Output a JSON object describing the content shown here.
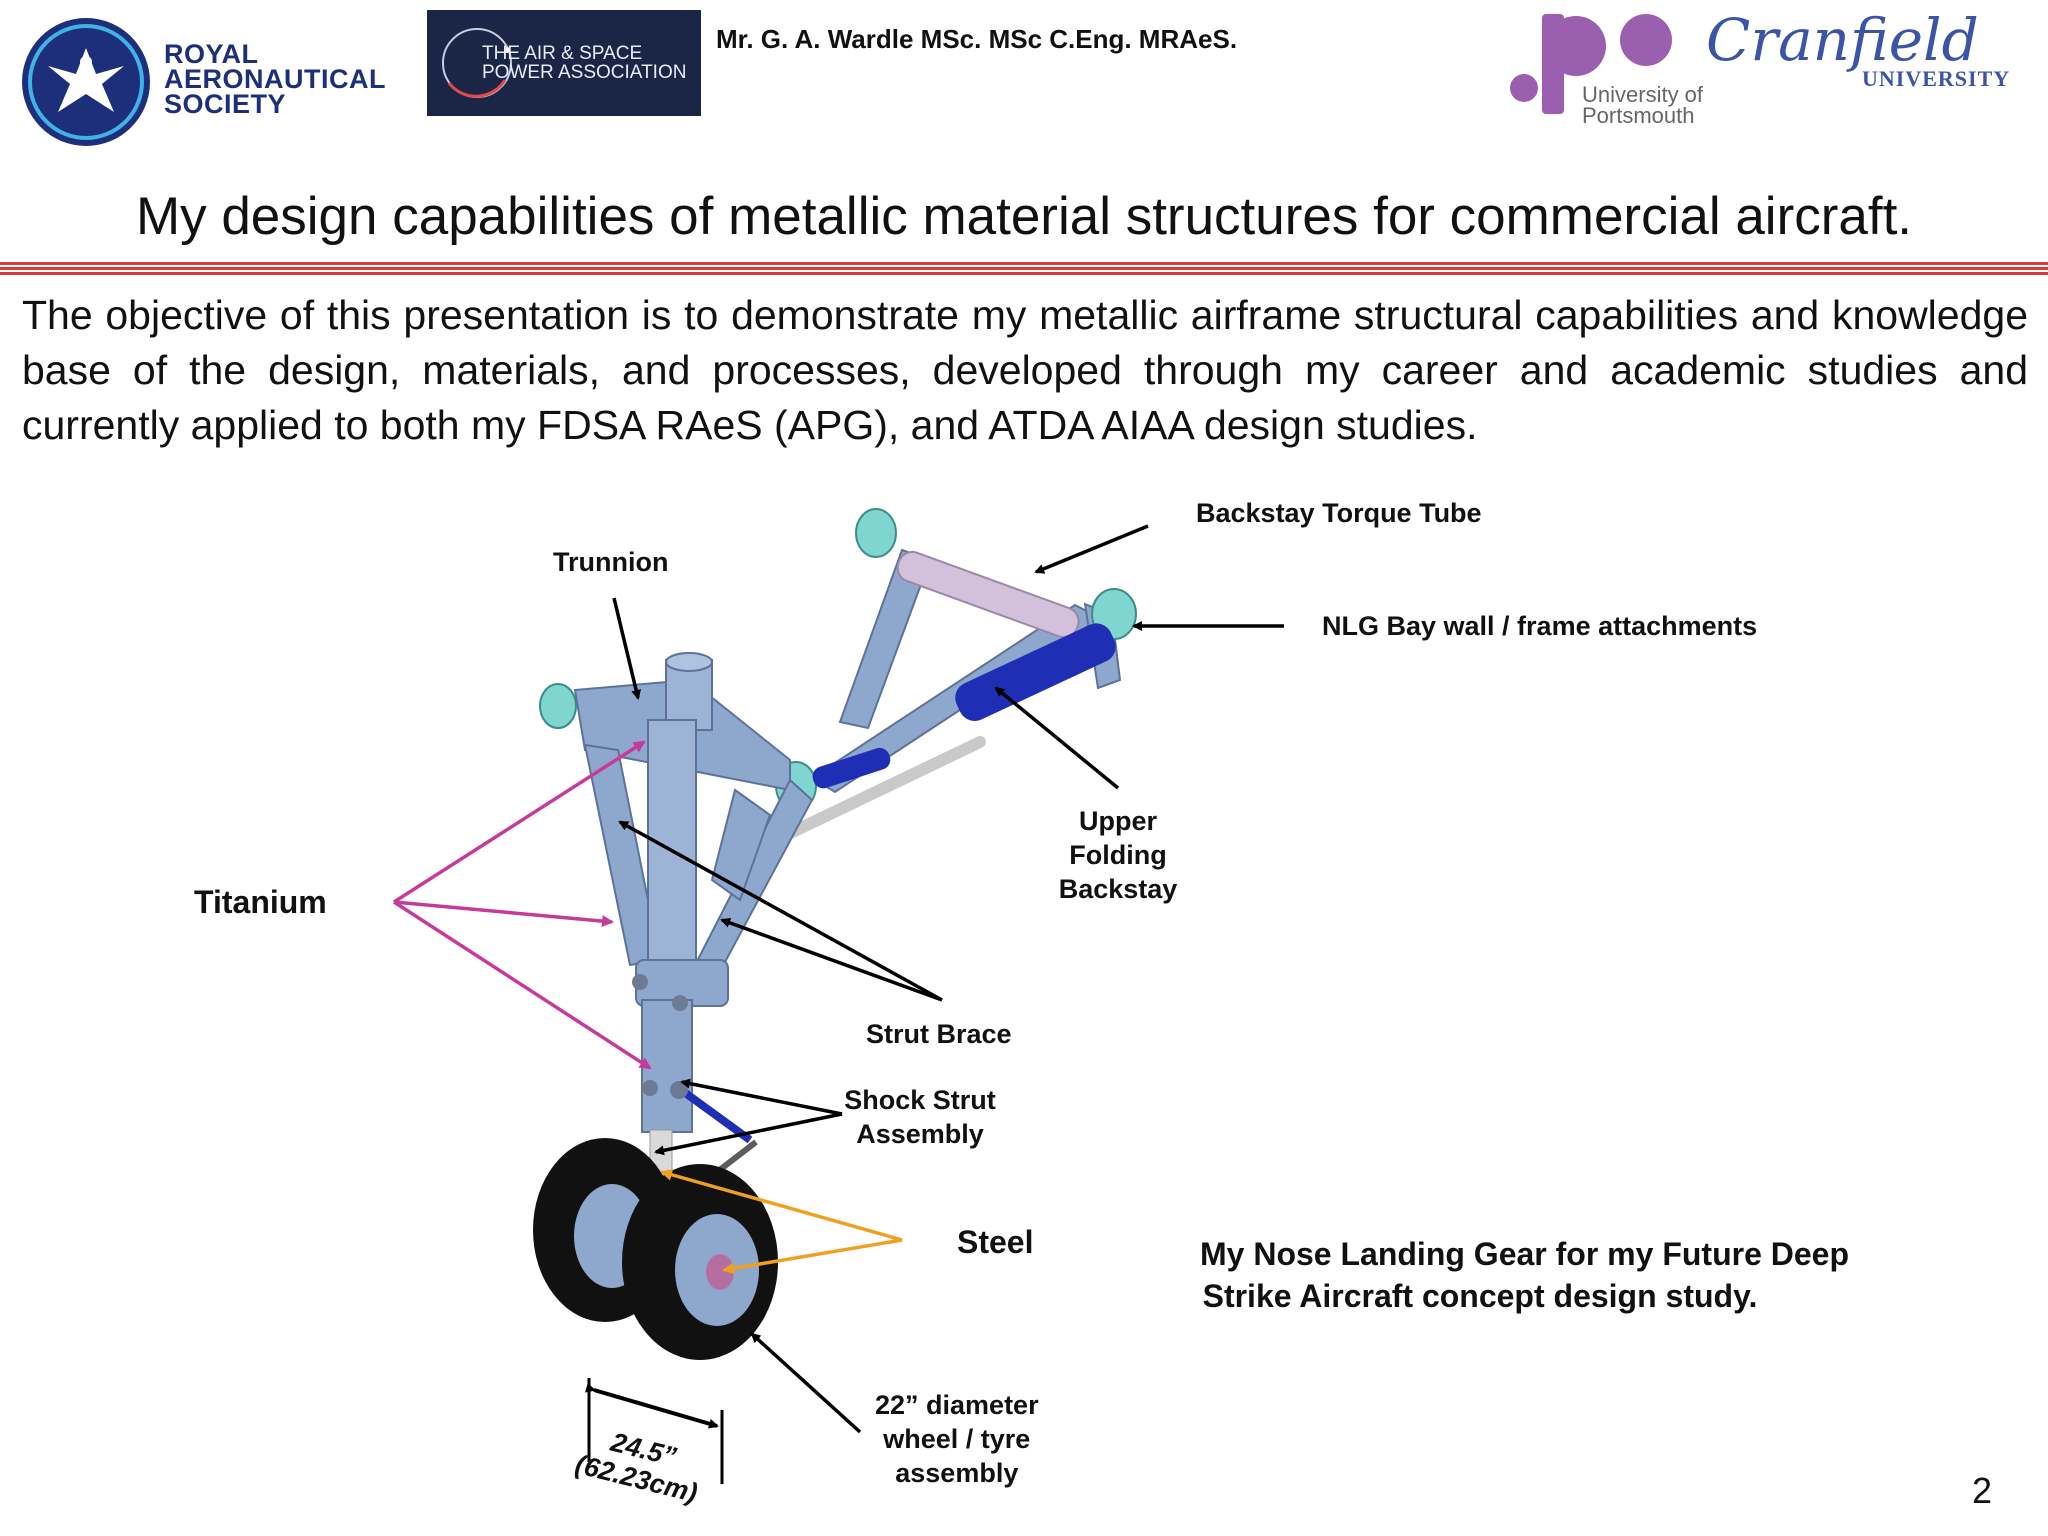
{
  "header": {
    "raes": {
      "line1": "ROYAL",
      "line2": "AERONAUTICAL",
      "line3": "SOCIETY"
    },
    "aspa": {
      "line1": "THE AIR & SPACE",
      "line2": "POWER ASSOCIATION"
    },
    "author": "Mr. G. A. Wardle MSc. MSc C.Eng. MRAeS.",
    "portsmouth": {
      "line1": "University of",
      "line2": "Portsmouth"
    },
    "cranfield": {
      "word": "Cranfield",
      "sub": "UNIVERSITY"
    }
  },
  "title": "My design capabilities of metallic material structures for commercial aircraft.",
  "objective": "The objective of this presentation is to demonstrate my metallic airframe structural capabilities and knowledge base of the design, materials, and processes, developed through my career and academic studies and currently applied to both my FDSA RAeS (APG), and ATDA AIAA design studies.",
  "diagram": {
    "labels": {
      "backstay_torque_tube": "Backstay Torque Tube",
      "trunnion": "Trunnion",
      "nlg_bay_wall": "NLG Bay wall / frame attachments",
      "upper_folding_backstay": [
        "Upper",
        "Folding",
        "Backstay"
      ],
      "titanium": "Titanium",
      "strut_brace": "Strut Brace",
      "shock_strut": [
        "Shock Strut",
        "Assembly"
      ],
      "steel": "Steel",
      "wheel": [
        "22” diameter",
        "wheel / tyre",
        "assembly"
      ],
      "dimension": [
        "24.5”",
        "(62.23cm)"
      ]
    },
    "caption": [
      "My Nose Landing Gear for my Future Deep",
      "Strike  Aircraft concept design study."
    ]
  },
  "page_number": "2",
  "colors": {
    "title_rule": "#d43b3b",
    "titanium_arrows": "#c63a9c",
    "steel_arrows": "#f0a020",
    "structure_blue": "#8ea7cc",
    "actuator_blue": "#1f2fb5",
    "attachment_cyan": "#7fd5cf",
    "raes_blue": "#1d2f7a",
    "cranfield_blue": "#3c54a8",
    "portsmouth_purple": "#9b5fb0"
  }
}
